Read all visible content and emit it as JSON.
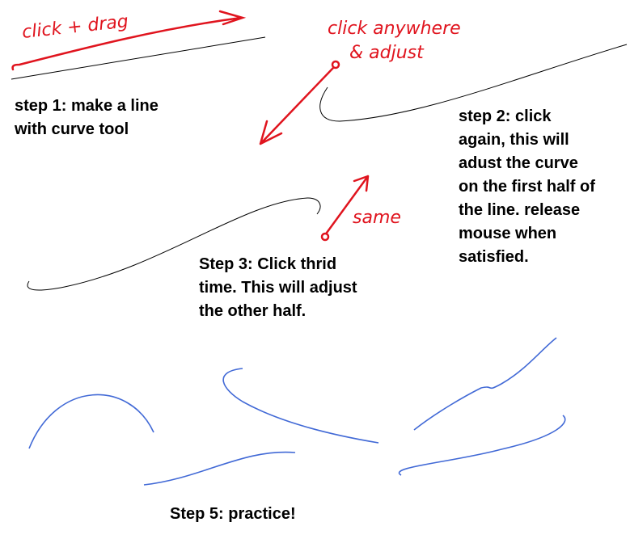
{
  "annotations": {
    "click_drag": "click + drag",
    "click_anywhere_1": "click anywhere",
    "click_anywhere_2": "& adjust",
    "same": "same"
  },
  "steps": {
    "step1": "step 1: make a line\nwith curve tool",
    "step2": "step 2: click\nagain, this will\nadust the curve\non the first half of\nthe line. release\nmouse when\nsatisfied.",
    "step3": "Step 3: Click thrid\ntime. This will adjust\nthe other half.",
    "step5": "Step 5: practice!"
  },
  "colors": {
    "annotation": "#e0141e",
    "line": "#000000",
    "practice": "#4169d6"
  }
}
